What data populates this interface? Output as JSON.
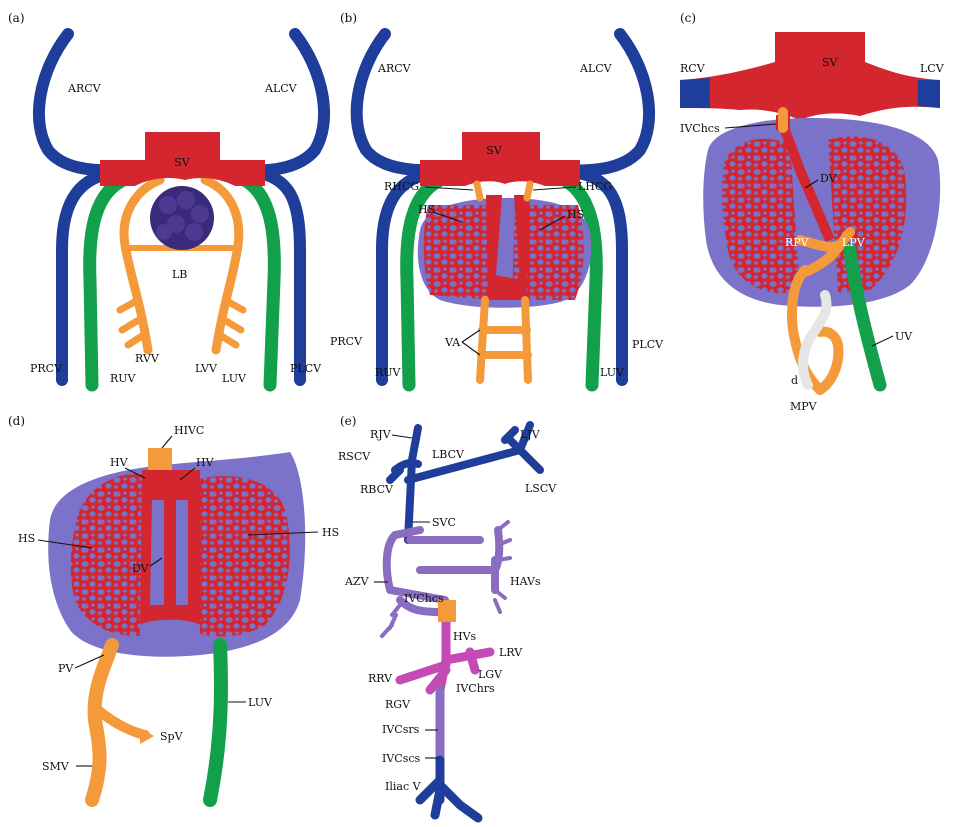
{
  "panels": {
    "a": {
      "label": "(a)",
      "labels": {
        "arcv": "ARCV",
        "alcv": "ALCV",
        "sv": "SV",
        "lb": "LB",
        "prcv": "PRCV",
        "ruv": "RUV",
        "rvv": "RVV",
        "lvv": "LVV",
        "luv": "LUV",
        "plcv": "PLCV"
      }
    },
    "b": {
      "label": "(b)",
      "labels": {
        "arcv": "ARCV",
        "alcv": "ALCV",
        "sv": "SV",
        "rhcg": "RHCG",
        "lhcg": "LHCG",
        "hs_left": "HS",
        "hs_right": "HS",
        "va": "VA",
        "prcv": "PRCV",
        "ruv": "RUV",
        "luv": "LUV",
        "plcv": "PLCV"
      }
    },
    "c": {
      "label": "(c)",
      "labels": {
        "rcv": "RCV",
        "sv": "SV",
        "lcv": "LCV",
        "ivchcs": "IVChcs",
        "dv": "DV",
        "rpv": "RPV",
        "lpv": "LPV",
        "uv": "UV",
        "d": "d",
        "mpv": "MPV"
      }
    },
    "d": {
      "label": "(d)",
      "labels": {
        "hivc": "HIVC",
        "hv_left": "HV",
        "hv_right": "HV",
        "hs_left": "HS",
        "hs_right": "HS",
        "dv": "DV",
        "pv": "PV",
        "luv": "LUV",
        "spv": "SpV",
        "smv": "SMV"
      }
    },
    "e": {
      "label": "(e)",
      "labels": {
        "rjv": "RJV",
        "ljv": "LJV",
        "rscv": "RSCV",
        "lbcv": "LBCV",
        "lscv": "LSCV",
        "rbcv": "RBCV",
        "svc": "SVC",
        "azv": "AZV",
        "ivchcs": "IVChcs",
        "havs": "HAVs",
        "hvs": "HVs",
        "lrv": "LRV",
        "rrv": "RRV",
        "lgv": "LGV",
        "ivchrs": "IVChrs",
        "rgv": "RGV",
        "ivcsrs": "IVCsrs",
        "ivcscs": "IVCscs",
        "iliacv": "Iliac V"
      }
    }
  },
  "colors": {
    "cardinal_vein": "#1f3d9a",
    "umbilical_vein": "#12a14a",
    "vitelline_vein": "#f59a3a",
    "sinus_venosus": "#d4262f",
    "liver": "#7b72c9",
    "liver_bud": "#3a2a7a",
    "supracardinal": "#8a6cc0",
    "subcardinal": "#c44ab4",
    "ductus": "#e6e6e6"
  }
}
